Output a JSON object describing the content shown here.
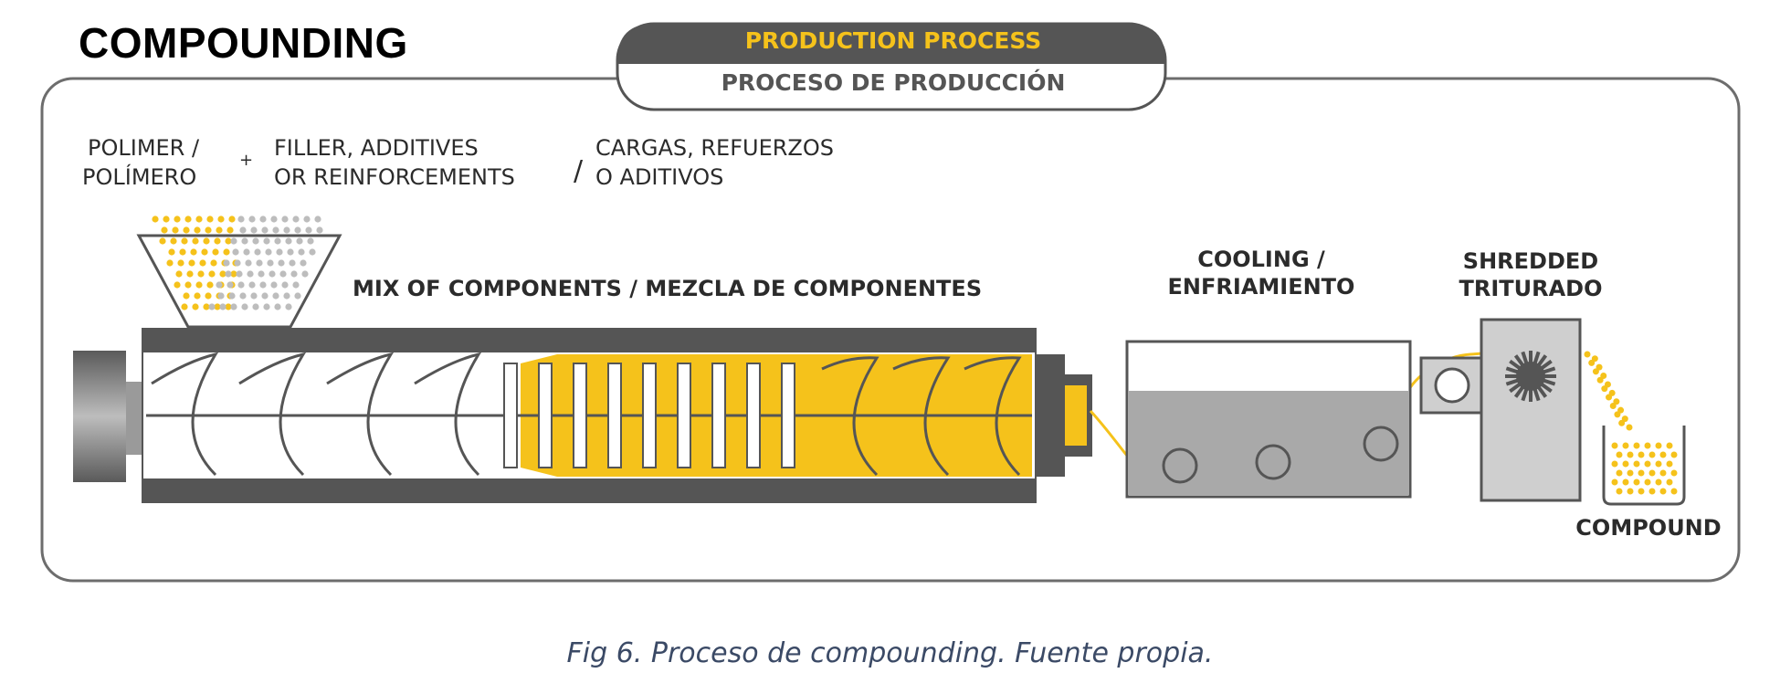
{
  "title": "COMPOUNDING",
  "header": {
    "top": "PRODUCTION PROCESS",
    "bottom": "PROCESO DE PRODUCCIÓN"
  },
  "inputs": {
    "polymer_en": "POLIMER /",
    "polymer_es": "POLÍMERO",
    "plus": "+",
    "filler_line1": "FILLER, ADDITIVES",
    "filler_line2": "OR REINFORCEMENTS",
    "slash": "/",
    "cargas_line1": "CARGAS, REFUERZOS",
    "cargas_line2": "O ADITIVOS"
  },
  "stages": {
    "mix": "MIX OF COMPONENTS / MEZCLA DE COMPONENTES",
    "cooling_line1": "COOLING /",
    "cooling_line2": "ENFRIAMIENTO",
    "shredded_line1": "SHREDDED",
    "shredded_line2": "TRITURADO",
    "compound": "COMPOUND"
  },
  "caption": "Fig 6. Proceso de compounding. Fuente propia.",
  "colors": {
    "accent": "#f5c21b",
    "dark": "#555555",
    "frame": "#6d6d6d",
    "water": "#a9a9a9",
    "grey_pellet": "#bdbdbd"
  }
}
